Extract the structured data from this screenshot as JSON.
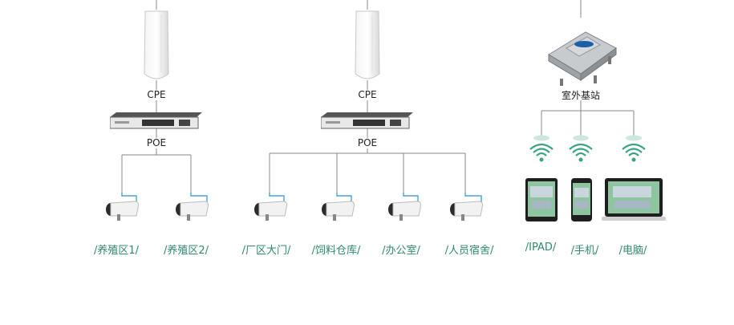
{
  "devices": {
    "cpe_label": "CPE",
    "poe_label": "POE",
    "base_station_label": "室外基站"
  },
  "areas": [
    "/养殖区1/",
    "/养殖区2/",
    "/厂区大门/",
    "/饲料仓库/",
    "/办公室/",
    "/人员宿舍/"
  ],
  "clients": [
    "/IPAD/",
    "/手机/",
    "/电脑/"
  ],
  "colors": {
    "label_accent": "#2f8a6f",
    "wifi": "#3aa47f",
    "line": "#8a8a8a"
  }
}
